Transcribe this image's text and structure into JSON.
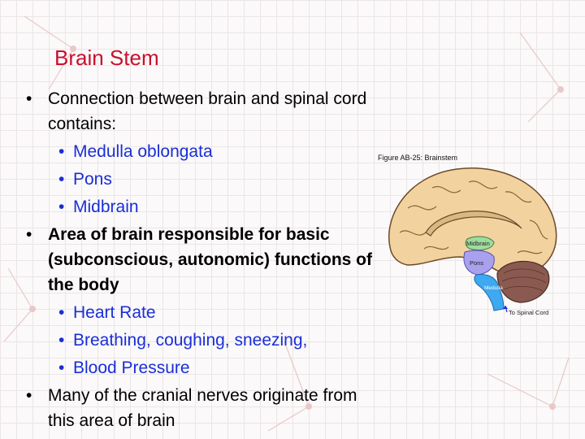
{
  "slide": {
    "title": "Brain Stem",
    "bullets": [
      {
        "text": "Connection between brain and spinal cord contains:",
        "sub": [
          "Medulla oblongata",
          "Pons",
          "Midbrain"
        ]
      },
      {
        "text": "Area of brain responsible for basic (subconscious, autonomic) functions of the body",
        "sub": [
          "Heart Rate",
          "Breathing, coughing, sneezing,",
          "Blood Pressure"
        ]
      },
      {
        "text": "Many of the cranial nerves originate from this area of brain",
        "sub": []
      }
    ],
    "bullet_char": "•"
  },
  "figure": {
    "title": "Figure AB-25: Brainstem",
    "labels": {
      "midbrain": "Midbrain",
      "pons": "Pons",
      "medulla": "Medulla",
      "spinal": "To Spinal Cord"
    }
  },
  "colors": {
    "title": "#c8102e",
    "sub_bullet": "#1a2ed8",
    "midbrain": "#9fdc9f",
    "pons": "#a9a0ee",
    "medulla": "#3ea8f0",
    "brain": "#f2d3a0",
    "cerebellum": "#8a5a50"
  }
}
